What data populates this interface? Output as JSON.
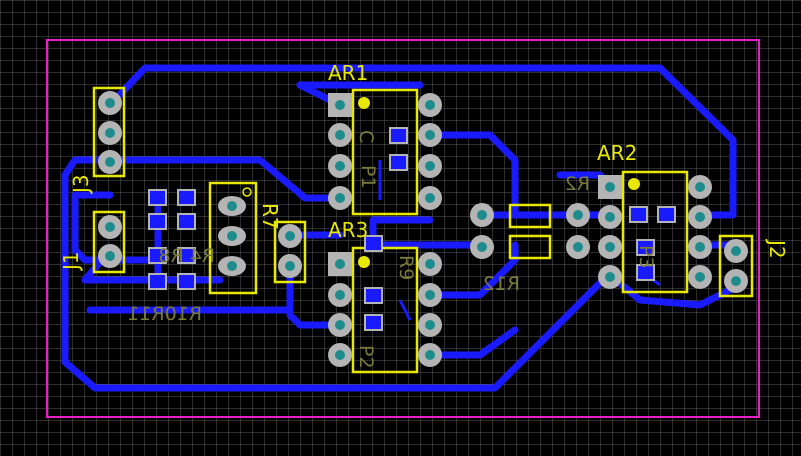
{
  "colors": {
    "background": "#000000",
    "grid": "#5a5a5a",
    "board_outline": "#e81ec8",
    "trace": "#1a1aff",
    "via": "#1a1aff",
    "pad": "#b4b4b4",
    "pad_hole": "#1e8c8c",
    "silkscreen": "#e8e800",
    "silkscreen_bottom": "#7a7a3a"
  },
  "labels": {
    "AR1": "AR1",
    "AR2": "AR2",
    "AR3": "AR3",
    "J1": "J1",
    "J2": "J2",
    "J3": "J3",
    "R7": "R7",
    "R2": "R2",
    "R12": "R12",
    "R10": "R10",
    "R11": "R11",
    "R4": "R4",
    "R8": "R8",
    "C": "C",
    "P1": "P1",
    "P2": "P2",
    "R9": "R9",
    "P3": "P3"
  }
}
